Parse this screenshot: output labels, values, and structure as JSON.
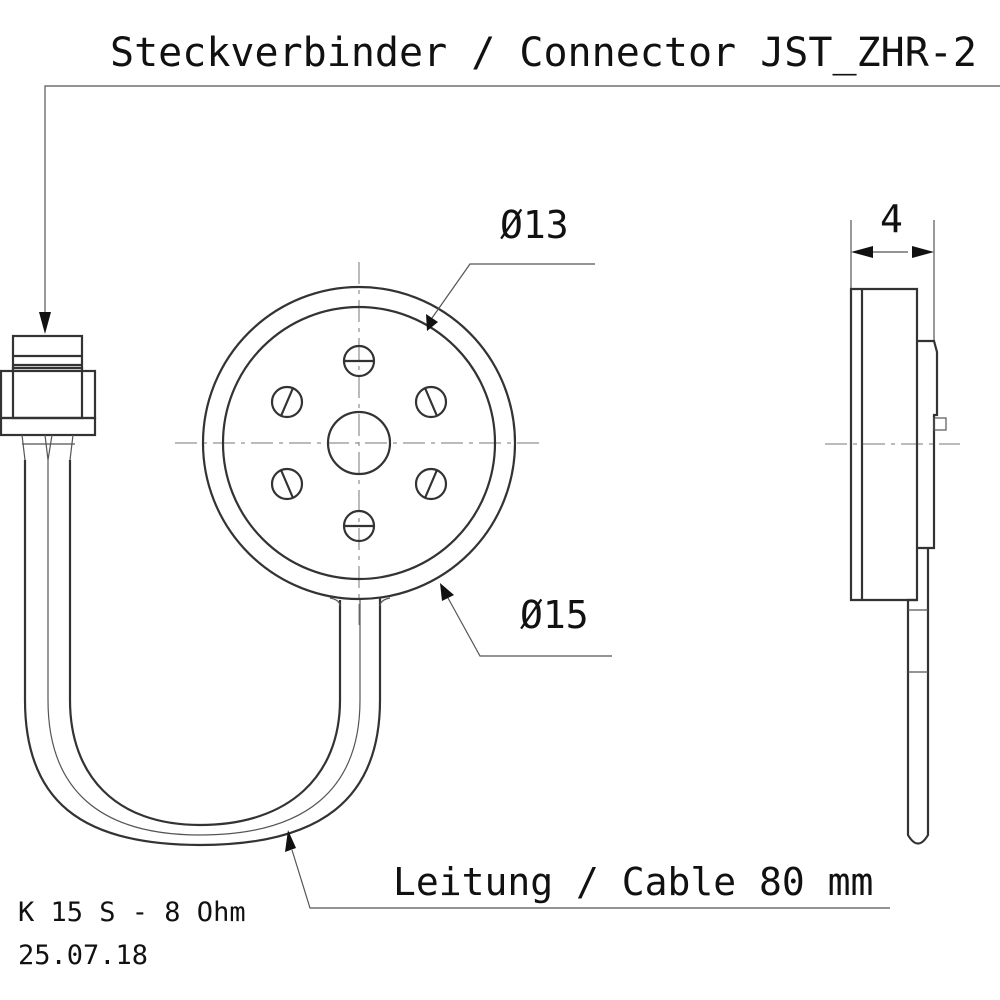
{
  "labels": {
    "connector": "Steckverbinder / Connector JST_ZHR-2",
    "inner_diameter": "Ø13",
    "outer_diameter": "Ø15",
    "thickness": "4",
    "cable": "Leitung / Cable 80 mm",
    "part_name": "K 15 S - 8 Ohm",
    "date": "25.07.18"
  },
  "colors": {
    "line": "#333333",
    "background": "#ffffff"
  }
}
